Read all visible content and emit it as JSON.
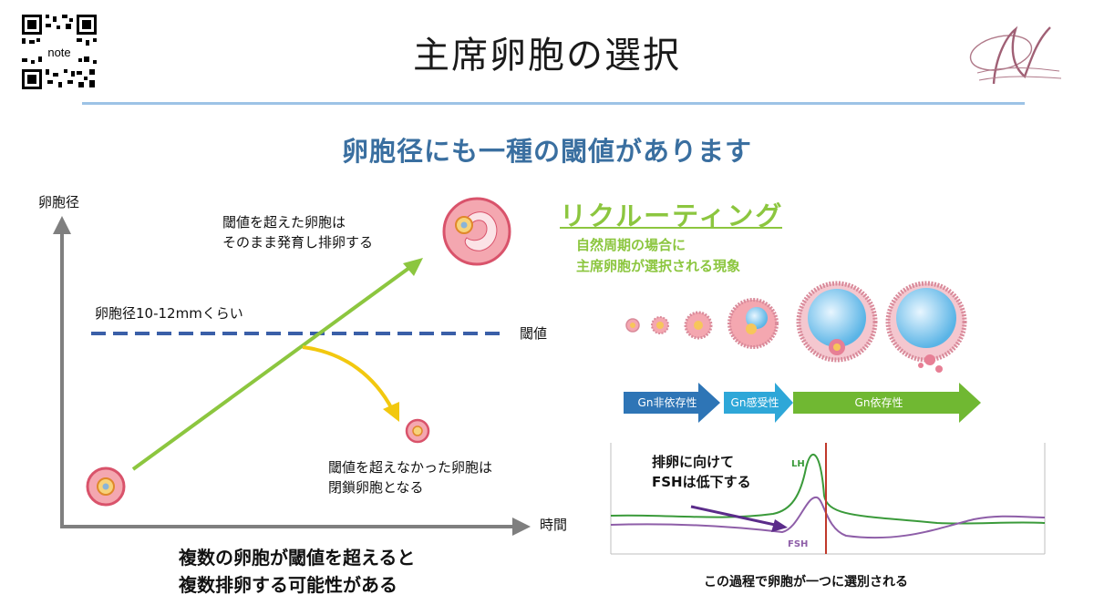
{
  "header": {
    "title": "主席卵胞の選択",
    "qr_text": "note"
  },
  "subtitle": "卵胞径にも一種の閾値があります",
  "left_diagram": {
    "y_axis_label": "卵胞径",
    "x_axis_label": "時間",
    "threshold_value": "卵胞径10-12mmくらい",
    "threshold_label": "閾値",
    "above_text_1": "閾値を超えた卵胞は",
    "above_text_2": "そのまま発育し排卵する",
    "below_text_1": "閾値を超えなかった卵胞は",
    "below_text_2": "閉鎖卵胞となる"
  },
  "bottom_left": {
    "line1": "複数の卵胞が閾値を超えると",
    "line2": "複数排卵する可能性がある"
  },
  "recruitment": {
    "title": "リクルーティング",
    "desc1": "自然周期の場合に",
    "desc2": "主席卵胞が選択される現象"
  },
  "stages": [
    {
      "label": "Gn非依存性",
      "color": "#2e75b6"
    },
    {
      "label": "Gn感受性",
      "color": "#2ea7d8"
    },
    {
      "label": "Gn依存性",
      "color": "#70b832"
    }
  ],
  "hormone": {
    "note1": "排卵に向けて",
    "note2": "FSHは低下する",
    "lh_label": "LH",
    "fsh_label": "FSH",
    "lh_color": "#3a9a3a",
    "fsh_color": "#8e5ea8",
    "ovulation_line_color": "#c0392b"
  },
  "caption_right": "この過程で卵胞が一つに選別される"
}
